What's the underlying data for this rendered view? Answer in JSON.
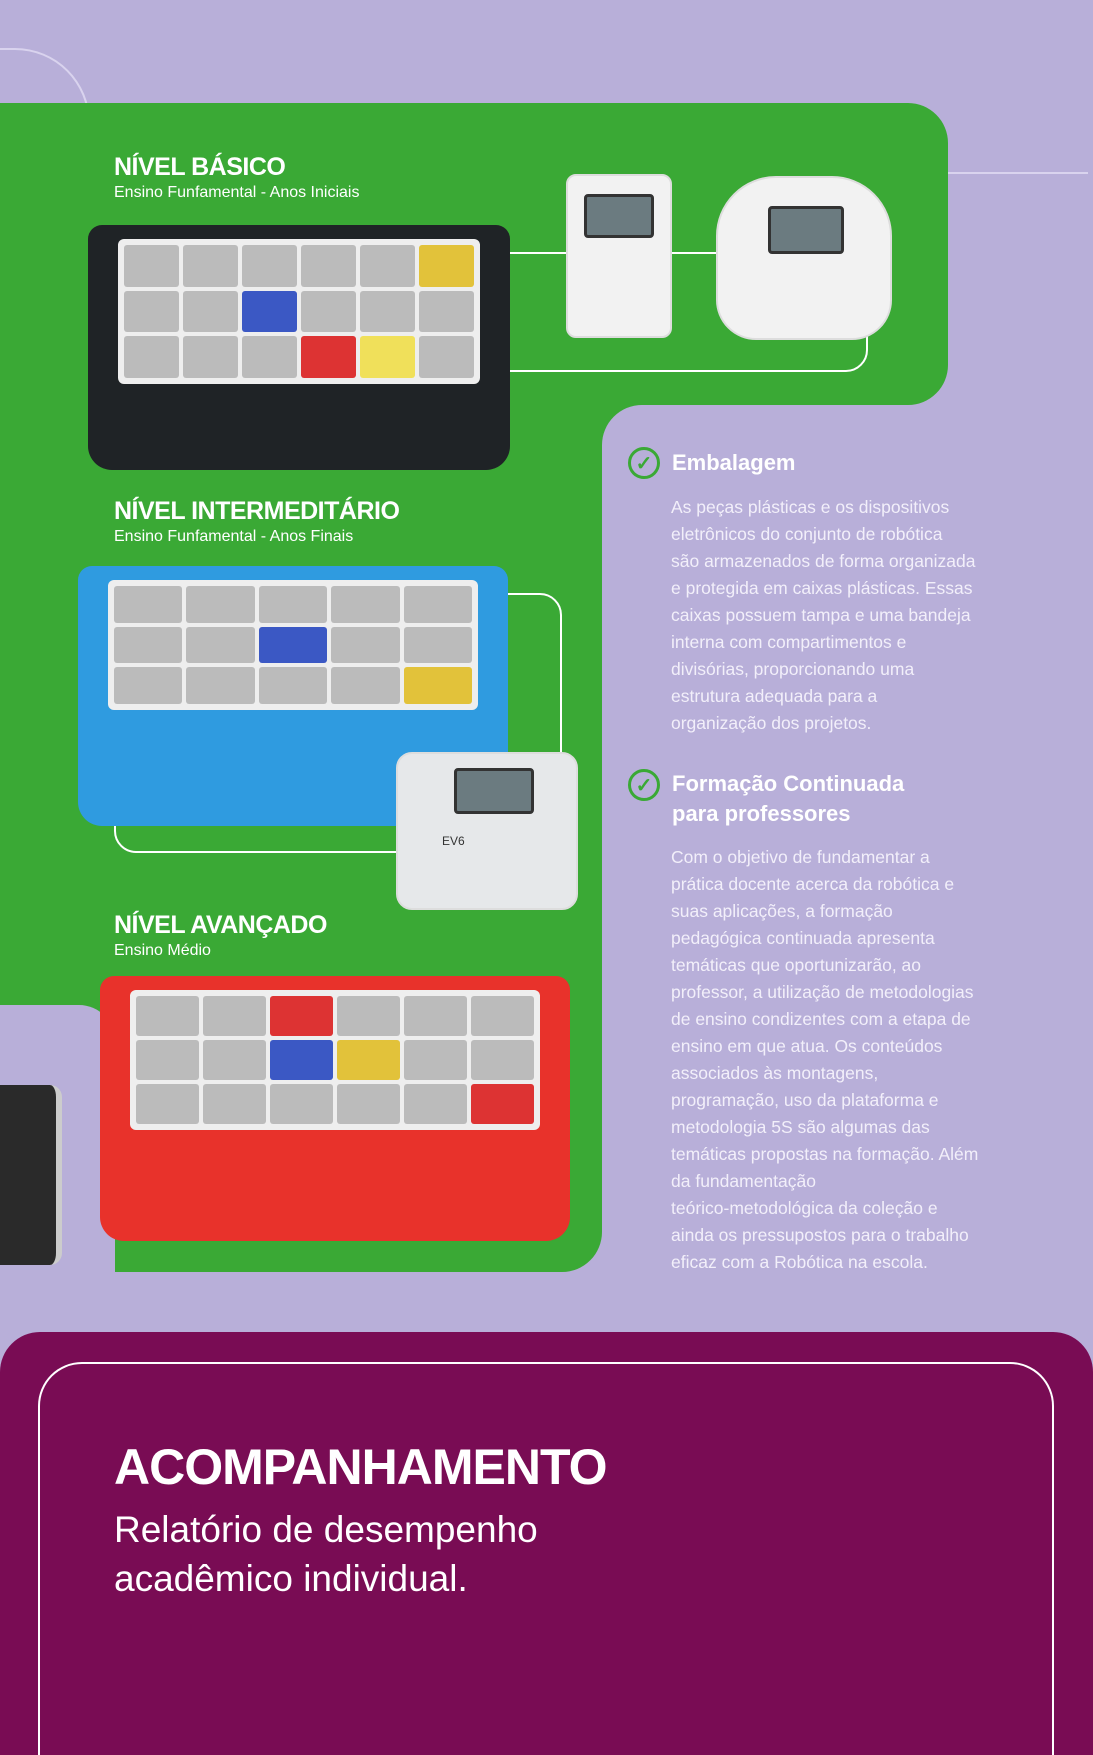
{
  "levels": [
    {
      "title": "NÍVEL BÁSICO",
      "subtitle": "Ensino Funfamental - Anos Iniciais",
      "box_color": "#222222"
    },
    {
      "title": "NÍVEL INTERMEDITÁRIO",
      "subtitle": "Ensino Funfamental - Anos Finais",
      "box_color": "#2f9be0",
      "device_label": "EV6"
    },
    {
      "title": "NÍVEL AVANÇADO",
      "subtitle": "Ensino Médio",
      "box_color": "#e8322b"
    }
  ],
  "sections": [
    {
      "title": "Embalagem",
      "icon": "check-circle-icon",
      "body": "As peças plásticas e os dispositivos\neletrônicos do conjunto de robótica\nsão armazenados de forma organizada\ne protegida em caixas plásticas. Essas\ncaixas possuem tampa e uma bandeja\ninterna com compartimentos e\ndivisórias, proporcionando uma\nestrutura adequada para a\norganização dos projetos."
    },
    {
      "title": "Formação Continuada\npara professores",
      "icon": "check-circle-icon",
      "body": "Com o objetivo de fundamentar a\nprática docente acerca da robótica e\nsuas aplicações, a formação\npedagógica continuada apresenta\ntemáticas que oportunizarão, ao\nprofessor, a utilização de metodologias\nde ensino condizentes com a etapa de\nensino em que atua. Os conteúdos\nassociados às montagens,\nprogramação, uso da plataforma e\nmetodologia 5S são algumas das\ntemáticas propostas na formação. Além\nda fundamentação\nteórico-metodológica da coleção e\nainda os pressupostos para o trabalho\neficaz com a Robótica na escola."
    }
  ],
  "footer": {
    "title": "ACOMPANHAMENTO",
    "subtitle": "Relatório de desempenho\nacadêmico individual."
  },
  "colors": {
    "background": "#b8afd9",
    "green": "#3aa935",
    "purple": "#790c54"
  }
}
